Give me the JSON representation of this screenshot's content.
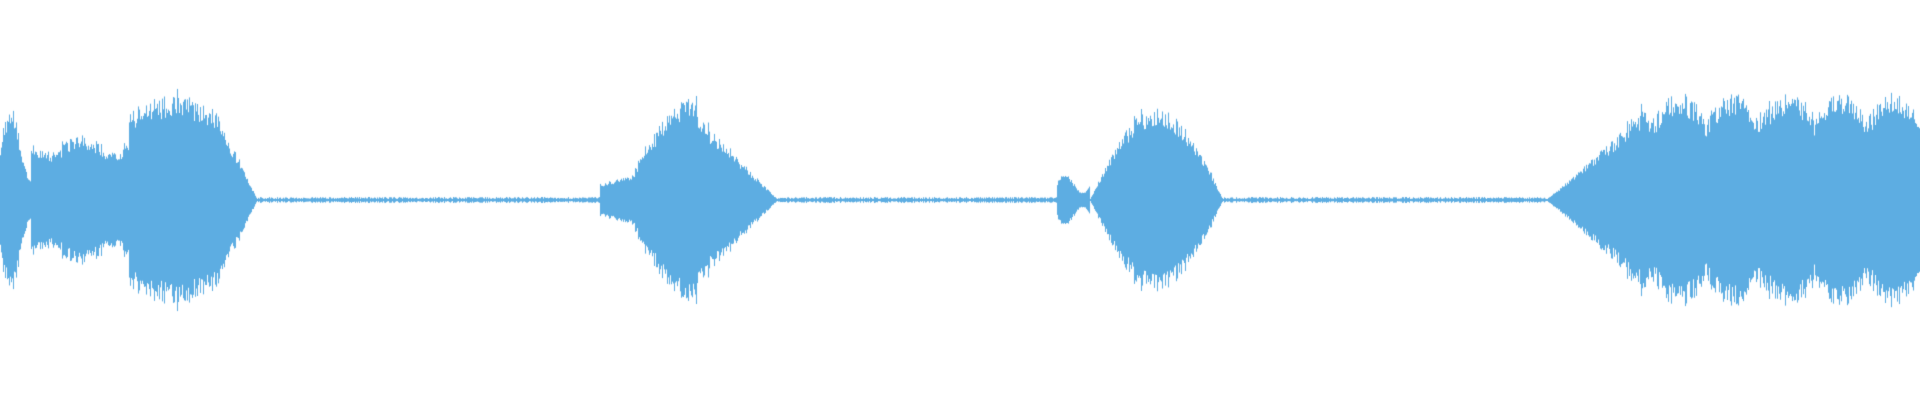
{
  "waveform": {
    "color": "#5dade2",
    "background": "#ffffff",
    "segments": [
      {
        "type": "burst",
        "start": 0.0,
        "end": 0.134,
        "amp_in": 0.45,
        "amp_peak": 0.52,
        "amp_out": 0.0,
        "shape": "plateau"
      },
      {
        "type": "silence",
        "start": 0.134,
        "end": 0.312,
        "amp": 0.01
      },
      {
        "type": "burst",
        "start": 0.312,
        "end": 0.405,
        "amp_in": 0.1,
        "amp_peak": 0.53,
        "amp_out": 0.0,
        "shape": "peak-early"
      },
      {
        "type": "silence",
        "start": 0.405,
        "end": 0.55,
        "amp": 0.01
      },
      {
        "type": "burst",
        "start": 0.55,
        "end": 0.637,
        "amp_in": 0.1,
        "amp_peak": 0.46,
        "amp_out": 0.0,
        "shape": "dome"
      },
      {
        "type": "silence",
        "start": 0.637,
        "end": 0.805,
        "amp": 0.01
      },
      {
        "type": "burst",
        "start": 0.805,
        "end": 1.0,
        "amp_in": 0.05,
        "amp_peak": 0.54,
        "amp_out": 0.3,
        "shape": "wide"
      }
    ]
  }
}
